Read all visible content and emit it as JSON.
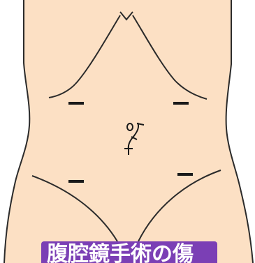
{
  "colors": {
    "skin": "#fce0c4",
    "outline": "#2b2b2b",
    "caption_bg": "#7b3fb5",
    "caption_text": "#ffffff"
  },
  "figure": {
    "subject": "abdomen-illustration",
    "incision_marks": 4,
    "umbilical_incision": true
  },
  "caption": {
    "text": "腹腔鏡手術の傷"
  }
}
